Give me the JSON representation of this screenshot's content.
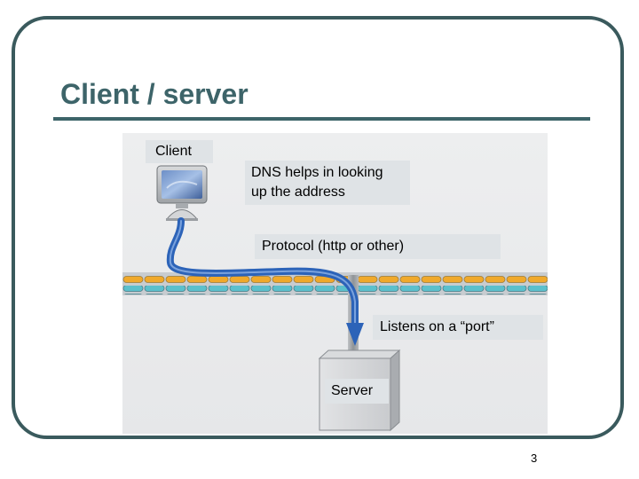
{
  "slide": {
    "title": "Client / server",
    "page_number": "3"
  },
  "diagram": {
    "labels": {
      "client": "Client",
      "dns_line1": "DNS helps in looking",
      "dns_line2": "up the address",
      "protocol": "Protocol (http or other)",
      "port": "Listens on a “port”",
      "server": "Server"
    },
    "icons": {
      "client": "computer-monitor-icon",
      "server": "server-box-icon"
    },
    "colors": {
      "network_orange": "#f0a92b",
      "network_teal": "#5cc0cc",
      "connection_blue": "#2c63b8",
      "frame": "#3a5a5d",
      "title": "#3d6469"
    }
  }
}
